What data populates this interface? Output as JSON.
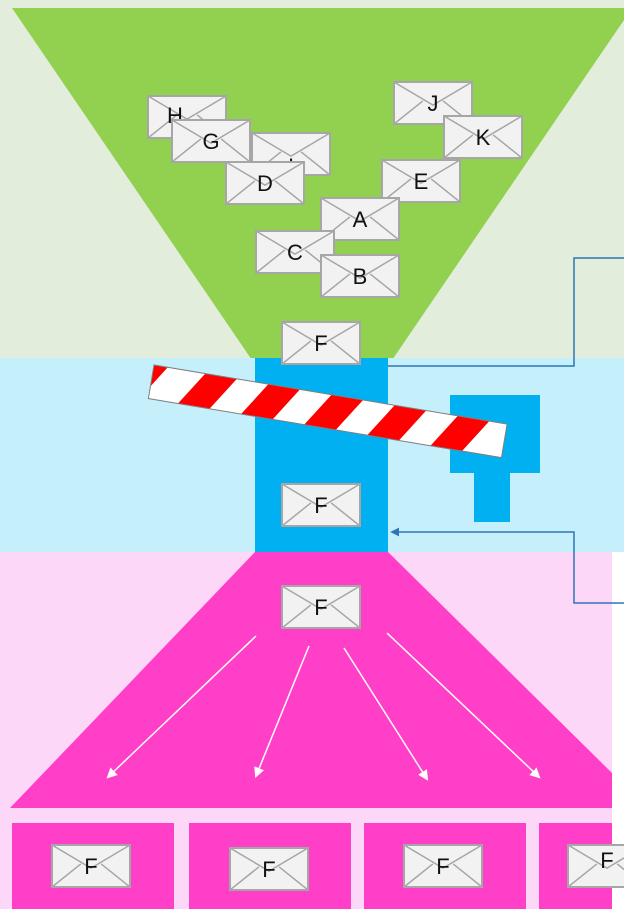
{
  "colors": {
    "top_band": "#e2eedb",
    "funnel_green": "#92d050",
    "middle_band": "#c6effc",
    "gate_blue": "#00b0f0",
    "bottom_band": "#fcd7f7",
    "magenta": "#ff3fc8",
    "barrier_red": "#ff0000",
    "envelope_fill": "#f2f2f2",
    "envelope_stroke": "#a6a6a6",
    "connector_blue": "#2e75b6"
  },
  "incoming_messages": {
    "H": "H",
    "G": "G",
    "I": "I",
    "D": "D",
    "J": "J",
    "K": "K",
    "E": "E",
    "A": "A",
    "C": "C",
    "B": "B"
  },
  "selected_message": "F",
  "gate_message": "F",
  "distributed_message": "F",
  "output_messages": [
    "F",
    "F",
    "F",
    "F"
  ]
}
